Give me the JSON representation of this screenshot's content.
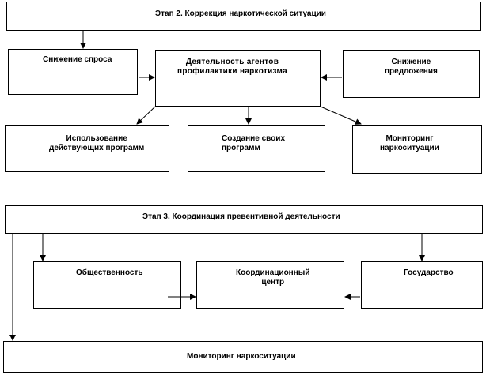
{
  "stage2": {
    "title": "Этап 2. Коррекция наркотической ситуации",
    "demand": "Снижение спроса",
    "agents": "Деятельность агентов\nпрофилактики наркотизма",
    "supply": "Снижение\nпредложения",
    "existing_programs": "Использование\nдействующих программ",
    "own_programs": "Создание своих\nпрограмм",
    "monitoring": "Мониторинг\nнаркоситуации"
  },
  "stage3": {
    "title": "Этап 3. Координация превентивной деятельности",
    "public": "Общественность",
    "center": "Координационный\nцентр",
    "state": "Государство",
    "monitoring": "Мониторинг наркоситуации"
  }
}
